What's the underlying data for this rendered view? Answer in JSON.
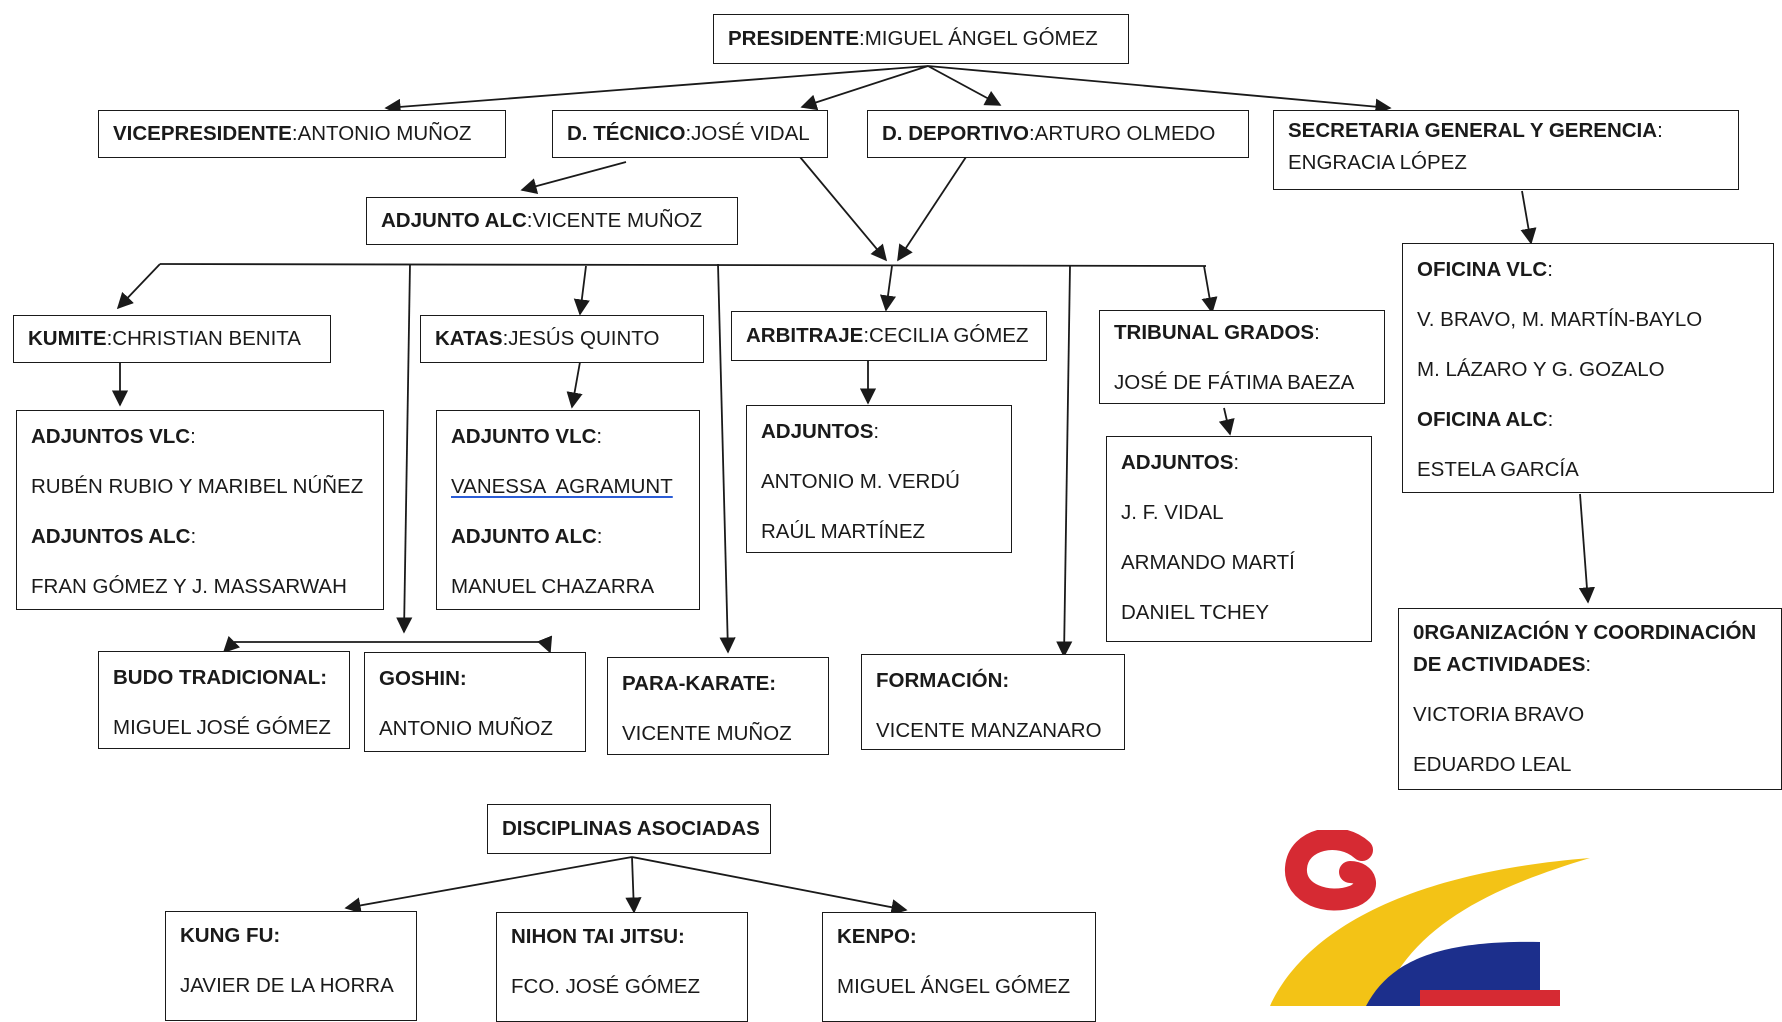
{
  "president": {
    "title": "PRESIDENTE",
    "name": "MIGUEL ÁNGEL GÓMEZ"
  },
  "vicepresident": {
    "title": "VICEPRESIDENTE",
    "name": "ANTONIO MUÑOZ"
  },
  "technical": {
    "title": "D. TÉCNICO",
    "name": "JOSÉ VIDAL"
  },
  "sports": {
    "title": "D. DEPORTIVO",
    "name": "ARTURO OLMEDO"
  },
  "secretary": {
    "title": "SECRETARIA GENERAL Y GERENCIA",
    "name": "ENGRACIA LÓPEZ"
  },
  "adjunto_alc": {
    "title": "ADJUNTO ALC",
    "name": "VICENTE MUÑOZ"
  },
  "kumite": {
    "title": "KUMITE",
    "name": "CHRISTIAN BENITA",
    "adj_vlc_title": "ADJUNTOS VLC",
    "adj_vlc": "RUBÉN RUBIO Y MARIBEL NÚÑEZ",
    "adj_alc_title": "ADJUNTOS ALC",
    "adj_alc": "FRAN GÓMEZ Y J. MASSARWAH"
  },
  "katas": {
    "title": "KATAS",
    "name": "JESÚS QUINTO",
    "adj_vlc_title": "ADJUNTO VLC",
    "adj_vlc": "VANESSA  AGRAMUNT",
    "adj_alc_title": "ADJUNTO ALC",
    "adj_alc": "MANUEL CHAZARRA"
  },
  "arbitraje": {
    "title": "ARBITRAJE",
    "name": "CECILIA GÓMEZ",
    "adj_title": "ADJUNTOS",
    "adj_1": "ANTONIO M. VERDÚ",
    "adj_2": "RAÚL MARTÍNEZ"
  },
  "tribunal": {
    "title": "TRIBUNAL GRADOS",
    "name": "JOSÉ DE FÁTIMA BAEZA",
    "adj_title": "ADJUNTOS",
    "adj_1": "J. F. VIDAL",
    "adj_2": "ARMANDO MARTÍ",
    "adj_3": "DANIEL TCHEY"
  },
  "office": {
    "vlc_title": "OFICINA VLC",
    "vlc_1": "V. BRAVO, M. MARTÍN-BAYLO",
    "vlc_2": "M. LÁZARO Y G. GOZALO",
    "alc_title": "OFICINA ALC",
    "alc_1": "ESTELA GARCÍA"
  },
  "organization": {
    "title_1": "0RGANIZACIÓN Y COORDINACIÓN",
    "title_2": "DE ACTIVIDADES",
    "name_1": "VICTORIA BRAVO",
    "name_2": "EDUARDO LEAL"
  },
  "budo": {
    "title": "BUDO TRADICIONAL:",
    "name": "MIGUEL JOSÉ GÓMEZ"
  },
  "goshin": {
    "title": "GOSHIN:",
    "name": "ANTONIO MUÑOZ"
  },
  "parakarate": {
    "title": "PARA-KARATE:",
    "name": "VICENTE MUÑOZ"
  },
  "formacion": {
    "title": "FORMACIÓN:",
    "name": "VICENTE MANZANARO"
  },
  "disciplinas": {
    "title": "DISCIPLINAS ASOCIADAS"
  },
  "kungfu": {
    "title": "KUNG FU:",
    "name": "JAVIER DE LA HORRA"
  },
  "nihon": {
    "title": "NIHON TAI JITSU:",
    "name": "FCO. JOSÉ GÓMEZ"
  },
  "kenpo": {
    "title": "KENPO:",
    "name": "MIGUEL ÁNGEL GÓMEZ"
  },
  "logo": {
    "colors": {
      "red": "#d62a33",
      "yellow": "#f3c316",
      "blue": "#1c2f8c"
    }
  }
}
